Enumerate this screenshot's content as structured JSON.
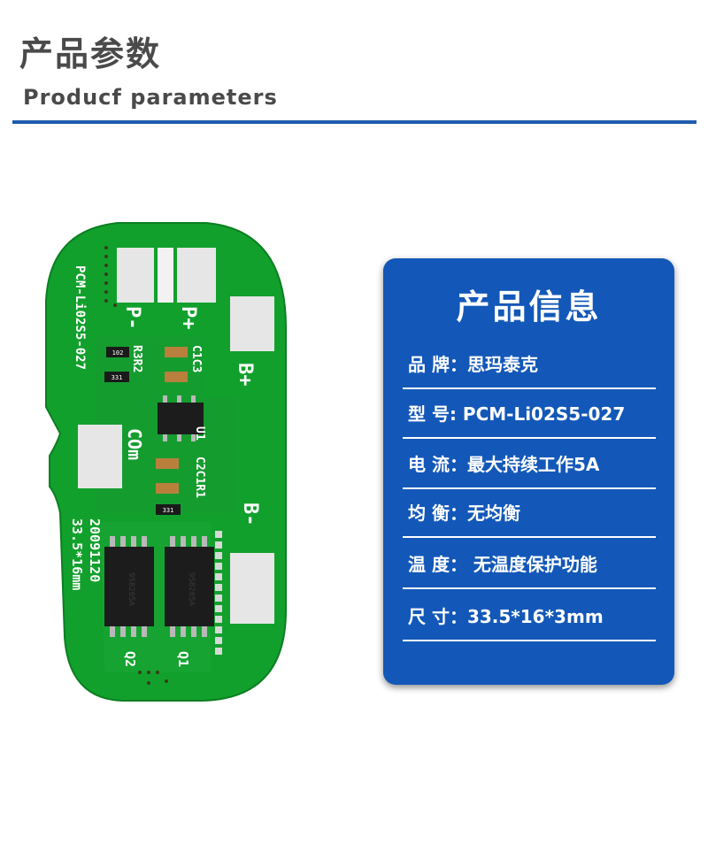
{
  "header": {
    "title_cn": "产品参数",
    "title_en": "Producf  parameters"
  },
  "pcb": {
    "model_text": "PCM-Li02S5-027",
    "date_text": "20091120",
    "size_text": "33.5*16mm",
    "p_minus": "P-",
    "p_plus": "P+",
    "b_plus": "B+",
    "b_minus": "B-",
    "com": "COm",
    "label_r3r2": "R3R2",
    "label_c1c3": "C1C3",
    "label_u1": "U1",
    "label_c2c1r1": "C2C1R1",
    "label_q2": "Q2",
    "label_q1": "Q1",
    "res_102": "102",
    "res_331": "331",
    "res_331b": "331",
    "chip_text": "9S8205A",
    "colors": {
      "board": "#12a02c",
      "silk": "#ffffff",
      "pad": "#e8e8e8"
    }
  },
  "card": {
    "title": "产品信息",
    "rows": [
      {
        "text": "品 牌：思玛泰克"
      },
      {
        "text": "型  号:  PCM-Li02S5-027"
      },
      {
        "text": "电   流：最大持续工作5A"
      },
      {
        "text": "均   衡：无均衡"
      },
      {
        "text": "温   度：  无温度保护功能"
      },
      {
        "text": "尺   寸：33.5*16*3mm"
      }
    ],
    "colors": {
      "background": "#1358b8",
      "text": "#ffffff"
    }
  }
}
